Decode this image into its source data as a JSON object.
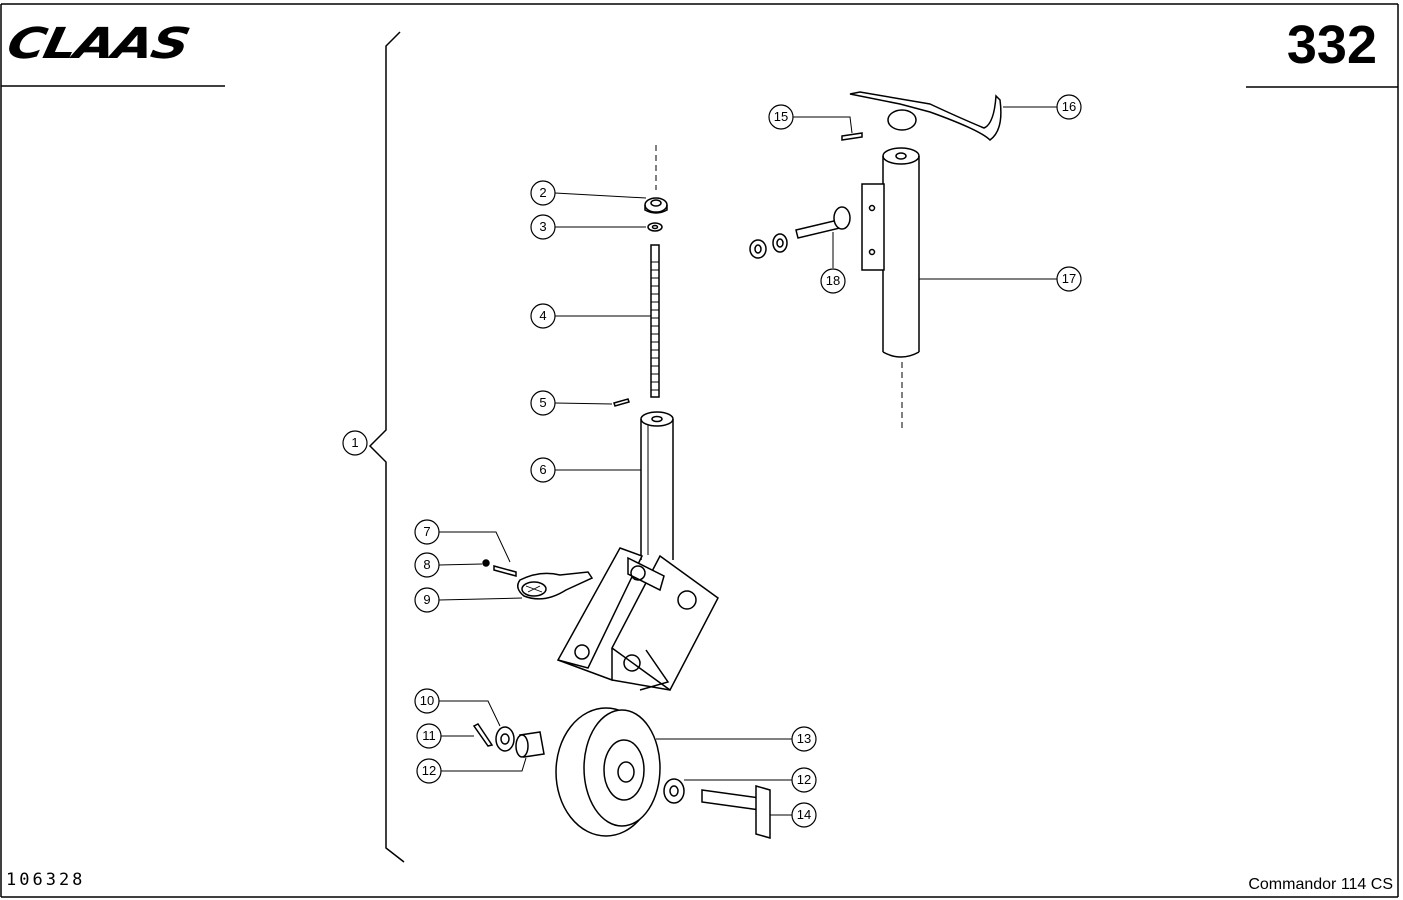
{
  "header": {
    "brand_logo": "CLAAS",
    "page_number": "332"
  },
  "footer": {
    "document_code": "106328",
    "model": "Commandor 114 CS"
  },
  "callouts": [
    "1",
    "2",
    "3",
    "4",
    "5",
    "6",
    "7",
    "8",
    "9",
    "10",
    "11",
    "12",
    "12",
    "13",
    "14",
    "15",
    "16",
    "17",
    "18"
  ],
  "colors": {
    "ink": "#000000",
    "paper": "#ffffff"
  }
}
